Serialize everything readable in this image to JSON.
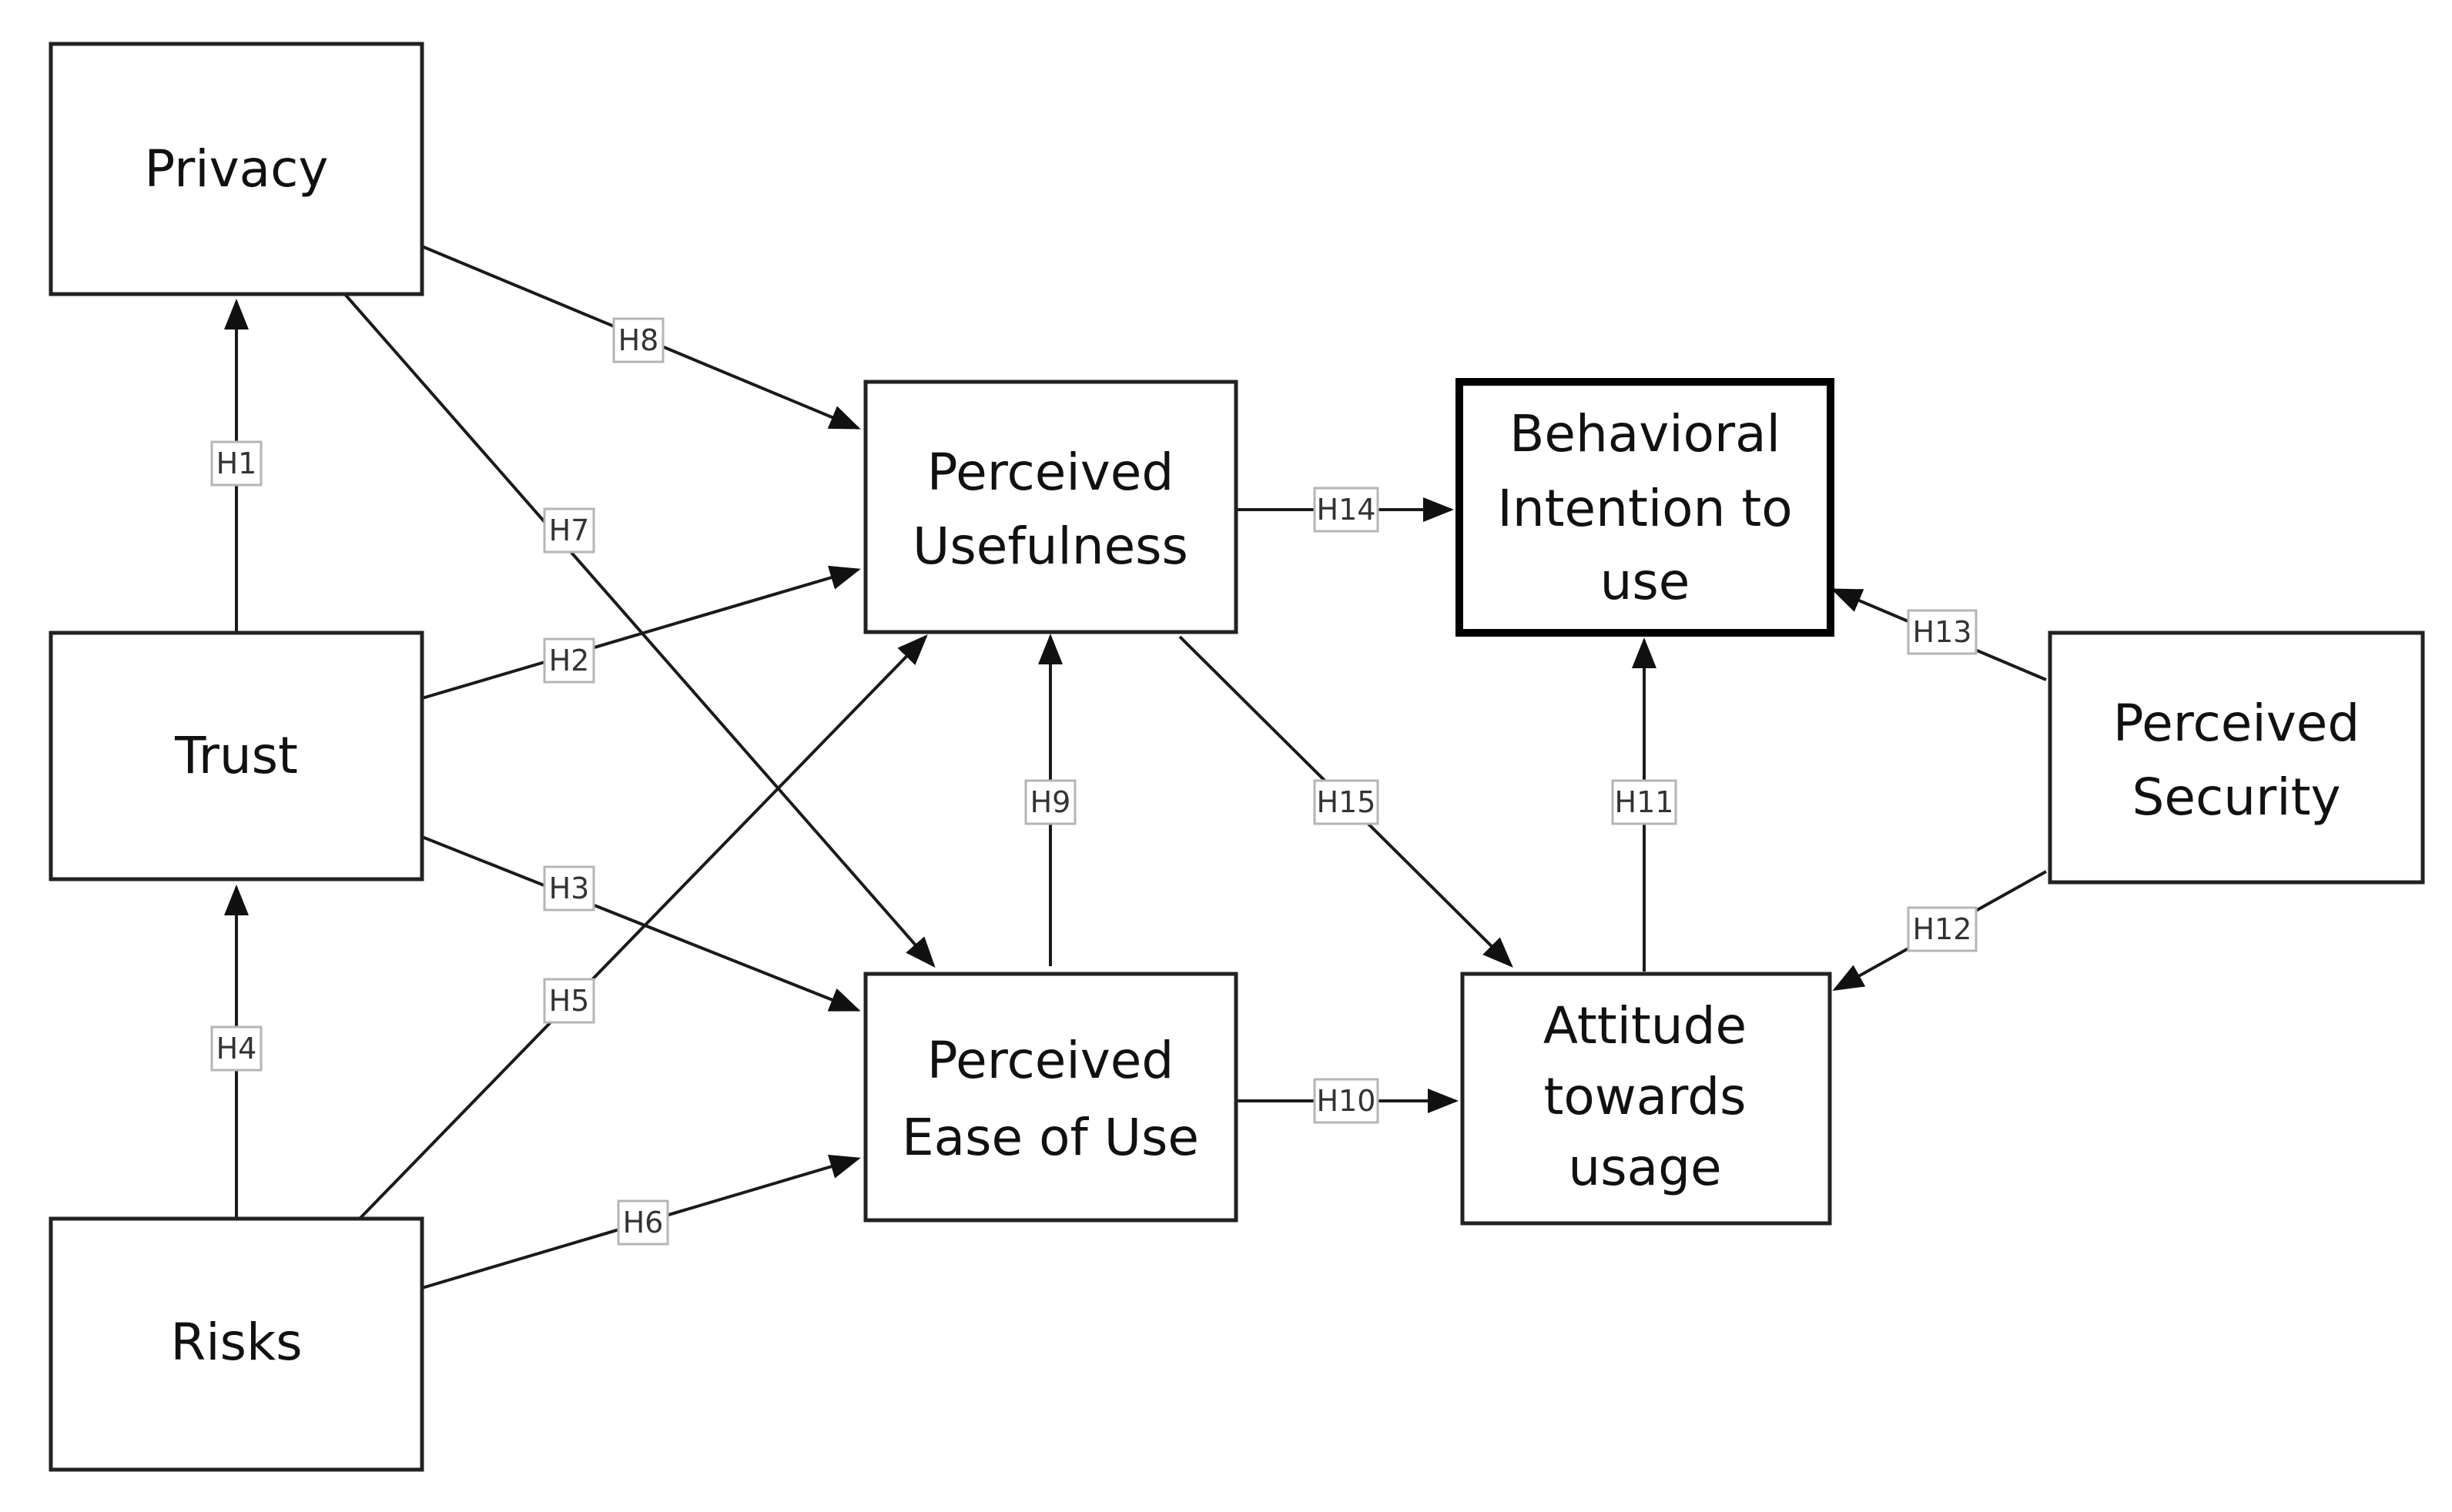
{
  "nodes": {
    "privacy": {
      "lines": [
        "Privacy"
      ]
    },
    "trust": {
      "lines": [
        "Trust"
      ]
    },
    "risks": {
      "lines": [
        "Risks"
      ]
    },
    "perceived_usefulness": {
      "lines": [
        "Perceived",
        "Usefulness"
      ]
    },
    "perceived_ease_of_use": {
      "lines": [
        "Perceived",
        "Ease of Use"
      ]
    },
    "behavioral_intention": {
      "lines": [
        "Behavioral",
        "Intention to",
        "use"
      ]
    },
    "attitude": {
      "lines": [
        "Attitude",
        "towards",
        "usage"
      ]
    },
    "perceived_security": {
      "lines": [
        "Perceived",
        "Security"
      ]
    }
  },
  "edges": [
    {
      "id": "h1",
      "label": "H1",
      "from": "trust",
      "to": "privacy"
    },
    {
      "id": "h2",
      "label": "H2",
      "from": "trust",
      "to": "perceived_usefulness"
    },
    {
      "id": "h3",
      "label": "H3",
      "from": "trust",
      "to": "perceived_ease_of_use"
    },
    {
      "id": "h4",
      "label": "H4",
      "from": "risks",
      "to": "trust"
    },
    {
      "id": "h5",
      "label": "H5",
      "from": "risks",
      "to": "perceived_usefulness"
    },
    {
      "id": "h6",
      "label": "H6",
      "from": "risks",
      "to": "perceived_ease_of_use"
    },
    {
      "id": "h7",
      "label": "H7",
      "from": "privacy",
      "to": "perceived_ease_of_use"
    },
    {
      "id": "h8",
      "label": "H8",
      "from": "privacy",
      "to": "perceived_usefulness"
    },
    {
      "id": "h9",
      "label": "H9",
      "from": "perceived_ease_of_use",
      "to": "perceived_usefulness"
    },
    {
      "id": "h10",
      "label": "H10",
      "from": "perceived_ease_of_use",
      "to": "attitude"
    },
    {
      "id": "h11",
      "label": "H11",
      "from": "attitude",
      "to": "behavioral_intention"
    },
    {
      "id": "h12",
      "label": "H12",
      "from": "perceived_security",
      "to": "attitude"
    },
    {
      "id": "h13",
      "label": "H13",
      "from": "perceived_security",
      "to": "behavioral_intention"
    },
    {
      "id": "h14",
      "label": "H14",
      "from": "perceived_usefulness",
      "to": "behavioral_intention"
    },
    {
      "id": "h15",
      "label": "H15",
      "from": "perceived_usefulness",
      "to": "attitude"
    }
  ]
}
